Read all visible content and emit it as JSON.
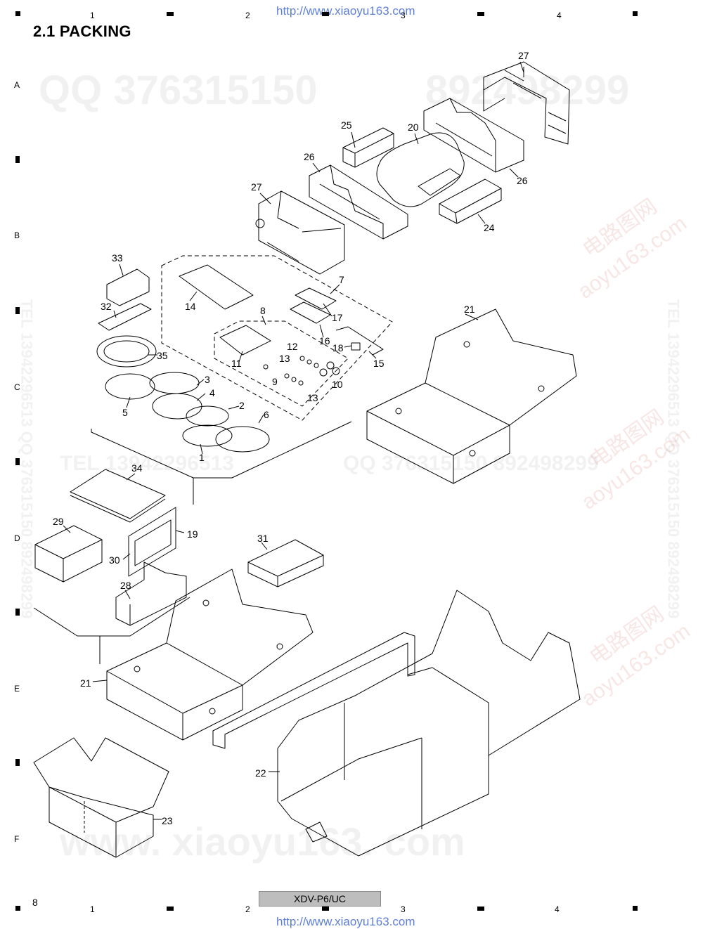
{
  "header": {
    "title": "2.1  PACKING",
    "url": "http://www.xiaoyu163.com"
  },
  "grid": {
    "columns": [
      "1",
      "2",
      "3",
      "4"
    ],
    "rows": [
      "A",
      "B",
      "C",
      "D",
      "E",
      "F"
    ]
  },
  "watermarks": {
    "qq": "QQ 376315150",
    "qq_num": "892498299",
    "tel_line": "TEL 13942296513",
    "qq_line": "QQ 376315150  892498299",
    "side": "TEL 13942296513  QQ 376315150  892498299",
    "site": "www. xiaoyu163. com",
    "brand_cn": "电路图网",
    "brand_site": "aoyu163.com"
  },
  "callouts": [
    "27",
    "25",
    "20",
    "26",
    "26",
    "27",
    "24",
    "33",
    "14",
    "7",
    "32",
    "8",
    "17",
    "16",
    "18",
    "15",
    "21",
    "35",
    "12",
    "11",
    "13",
    "9",
    "10",
    "13",
    "3",
    "5",
    "4",
    "2",
    "6",
    "1",
    "34",
    "19",
    "29",
    "31",
    "30",
    "28",
    "21",
    "22",
    "23"
  ],
  "footer": {
    "page": "8",
    "model": "XDV-P6/UC"
  },
  "colors": {
    "url": "#5d7fd6",
    "footer_box": "#bdbdbd"
  }
}
